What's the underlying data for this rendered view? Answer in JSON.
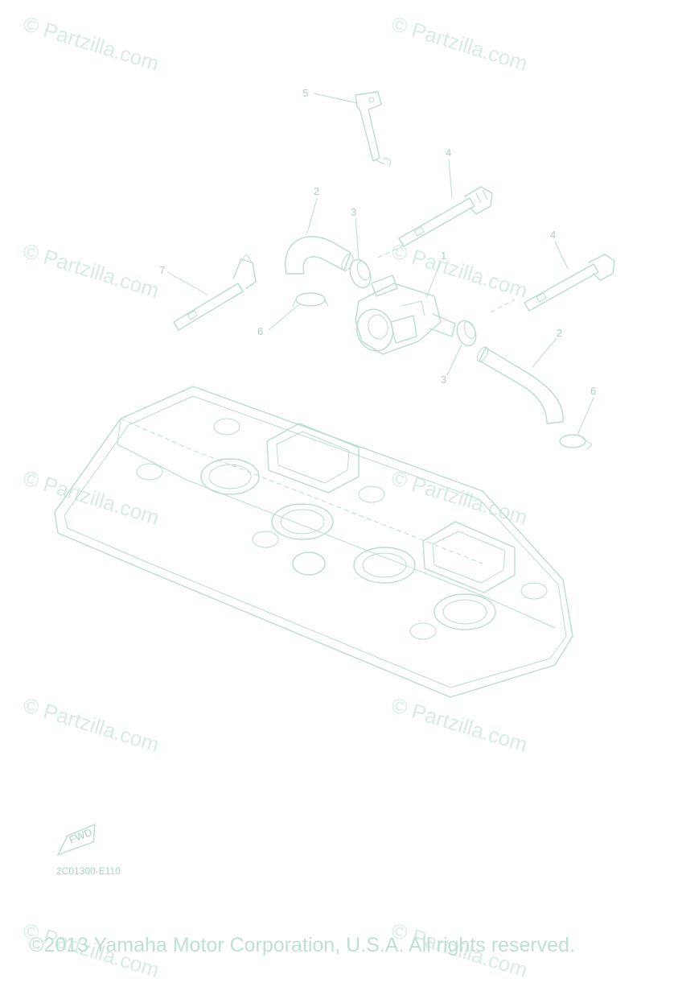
{
  "watermark": "© Partzilla.com",
  "diagram_code": "2C01300-E110",
  "copyright": "©2013 Yamaha Motor Corporation, U.S.A. All rights reserved.",
  "fwd_label": "FWD",
  "callouts": {
    "c1": "1",
    "c2a": "2",
    "c2b": "2",
    "c3a": "3",
    "c3b": "3",
    "c4a": "4",
    "c4b": "4",
    "c5": "5",
    "c6a": "6",
    "c6b": "6",
    "c7": "7"
  },
  "colors": {
    "line": "#b9ddd2",
    "text": "#a9d3c6",
    "watermark": "#d8ece5"
  }
}
